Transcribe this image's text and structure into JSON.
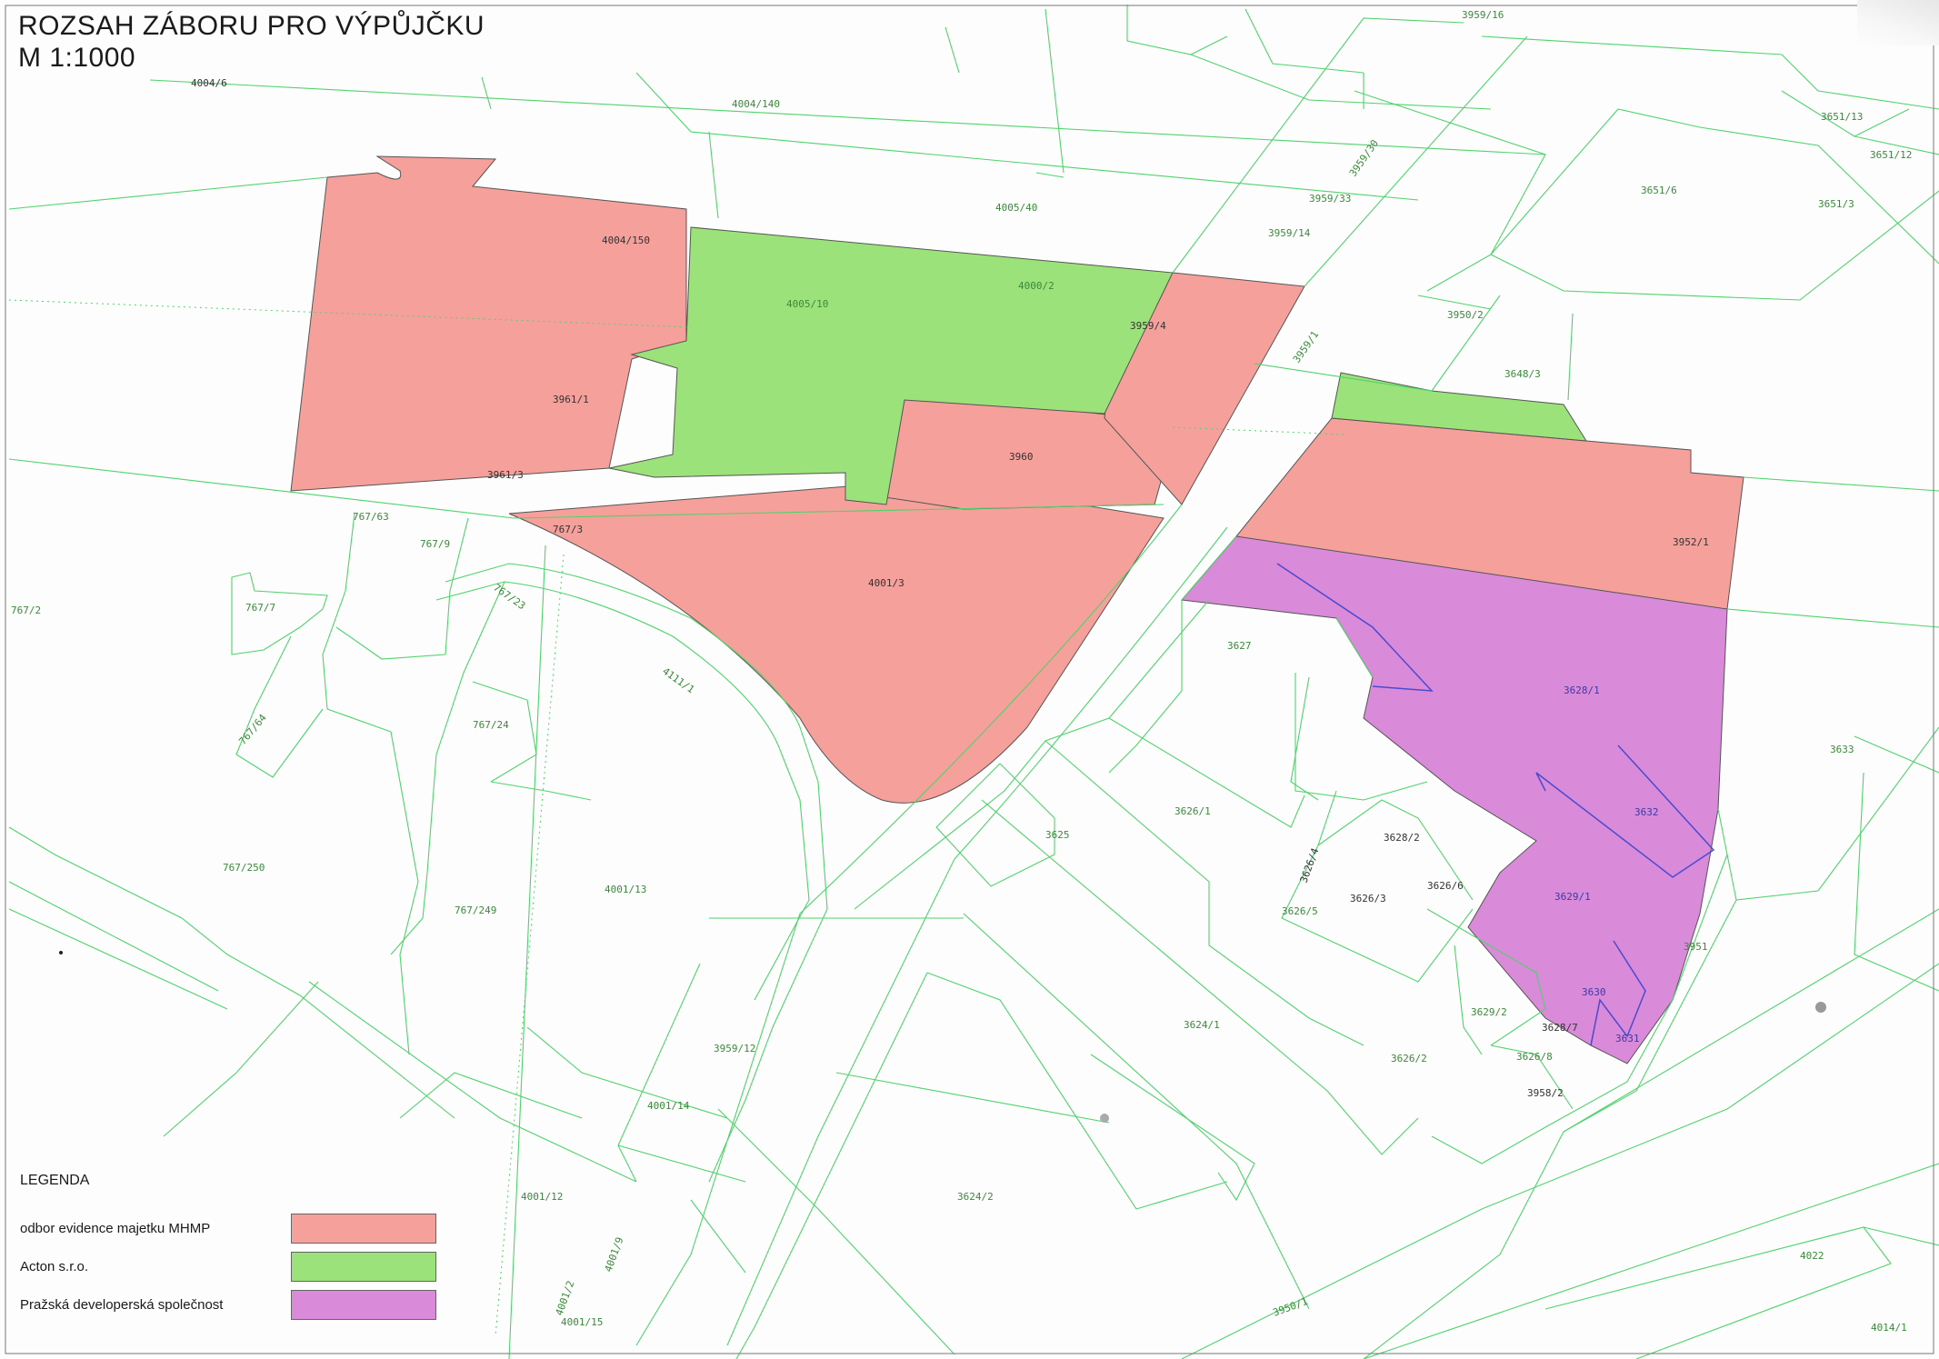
{
  "title": {
    "line1": "ROZSAH ZÁBORU PRO VÝPŮJČKU",
    "line2": "M 1:1000"
  },
  "legend": {
    "heading": "LEGENDA",
    "items": [
      {
        "label": "odbor evidence majetku MHMP",
        "color": "#f5a09a"
      },
      {
        "label": "Acton s.r.o.",
        "color": "#9ce27a"
      },
      {
        "label": "Pražská developerská společnost",
        "color": "#d98ad9"
      }
    ]
  },
  "colors": {
    "boundary": "#4fd36b",
    "red": "#f5a09a",
    "green": "#9ce27a",
    "purple": "#d98ad9",
    "purple_line": "#4a4ad0"
  },
  "parcels": [
    {
      "label": "4004/6"
    },
    {
      "label": "4004/140"
    },
    {
      "label": "3959/16"
    },
    {
      "label": "3651/13"
    },
    {
      "label": "3651/12"
    },
    {
      "label": "3651/6"
    },
    {
      "label": "3651/3"
    },
    {
      "label": "3959/30"
    },
    {
      "label": "3959/33"
    },
    {
      "label": "3959/14"
    },
    {
      "label": "4005/40"
    },
    {
      "label": "4004/150"
    },
    {
      "label": "4005/10"
    },
    {
      "label": "4000/2"
    },
    {
      "label": "3959/4"
    },
    {
      "label": "3950/2"
    },
    {
      "label": "3648/3"
    },
    {
      "label": "3959/1"
    },
    {
      "label": "3961/1"
    },
    {
      "label": "3961/3"
    },
    {
      "label": "3960"
    },
    {
      "label": "767/63"
    },
    {
      "label": "767/9"
    },
    {
      "label": "767/3"
    },
    {
      "label": "4001/3"
    },
    {
      "label": "3952/1"
    },
    {
      "label": "767/2"
    },
    {
      "label": "767/7"
    },
    {
      "label": "767/23"
    },
    {
      "label": "3627"
    },
    {
      "label": "3628/1"
    },
    {
      "label": "4111/1"
    },
    {
      "label": "767/24"
    },
    {
      "label": "767/64"
    },
    {
      "label": "3633"
    },
    {
      "label": "3632"
    },
    {
      "label": "3626/1"
    },
    {
      "label": "3625"
    },
    {
      "label": "3628/2"
    },
    {
      "label": "3626/4"
    },
    {
      "label": "767/250"
    },
    {
      "label": "4001/13"
    },
    {
      "label": "3626/6"
    },
    {
      "label": "3626/3"
    },
    {
      "label": "3629/1"
    },
    {
      "label": "767/249"
    },
    {
      "label": "3626/5"
    },
    {
      "label": "3951"
    },
    {
      "label": "3630"
    },
    {
      "label": "3624/1"
    },
    {
      "label": "3629/2"
    },
    {
      "label": "3628/7"
    },
    {
      "label": "3631"
    },
    {
      "label": "3959/12"
    },
    {
      "label": "3626/2"
    },
    {
      "label": "3626/8"
    },
    {
      "label": "3958/2"
    },
    {
      "label": "4001/14"
    },
    {
      "label": "4001/12"
    },
    {
      "label": "3624/2"
    },
    {
      "label": "4022"
    },
    {
      "label": "4001/9"
    },
    {
      "label": "4001/2"
    },
    {
      "label": "4001/15"
    },
    {
      "label": "3950/1"
    },
    {
      "label": "4014/1"
    }
  ]
}
